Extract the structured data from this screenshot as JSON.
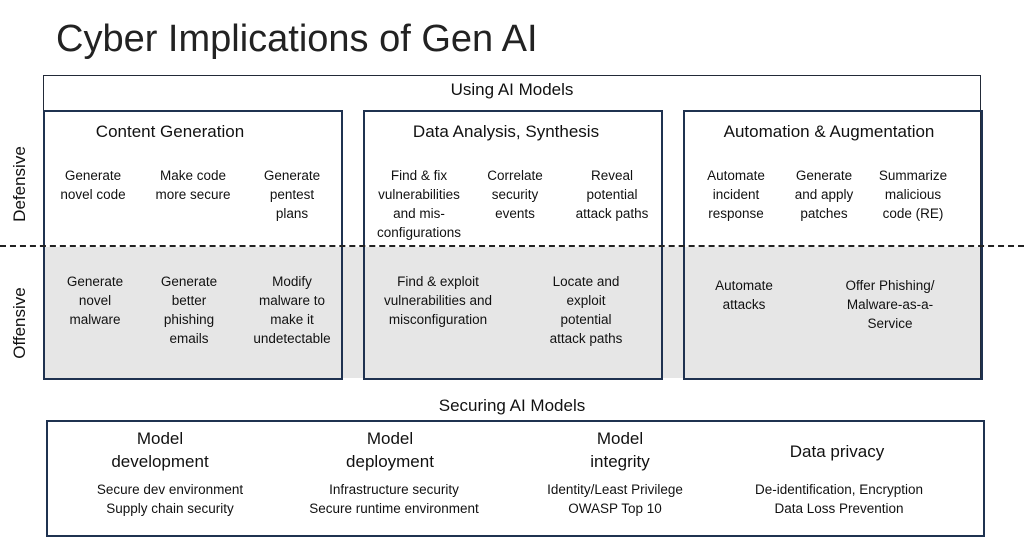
{
  "title": "Cyber Implications of Gen AI",
  "using_header": "Using AI Models",
  "side_labels": {
    "defensive": "Defensive",
    "offensive": "Offensive"
  },
  "columns": [
    {
      "title": "Content Generation",
      "defensive": [
        "Generate\nnovel code",
        "Make code\nmore secure",
        "Generate\npentest\nplans"
      ],
      "offensive": [
        "Generate\nnovel\nmalware",
        "Generate\nbetter\nphishing\nemails",
        "Modify\nmalware to\nmake it\nundetectable"
      ]
    },
    {
      "title": "Data Analysis, Synthesis",
      "defensive": [
        "Find & fix\nvulnerabilities\nand mis-\nconfigurations",
        "Correlate\nsecurity\nevents",
        "Reveal\npotential\nattack paths"
      ],
      "offensive": [
        "Find & exploit\nvulnerabilities and\nmisconfiguration",
        "Locate and\nexploit\npotential\nattack paths"
      ]
    },
    {
      "title": "Automation & Augmentation",
      "defensive": [
        "Automate\nincident\nresponse",
        "Generate\nand apply\npatches",
        "Summarize\nmalicious\ncode (RE)"
      ],
      "offensive": [
        "Automate\nattacks",
        "Offer Phishing/\nMalware-as-a-\nService"
      ]
    }
  ],
  "securing_header": "Securing AI Models",
  "securing": [
    {
      "title": "Model\ndevelopment",
      "sub": "Secure dev environment\nSupply chain security"
    },
    {
      "title": "Model\ndeployment",
      "sub": "Infrastructure security\nSecure runtime environment"
    },
    {
      "title": "Model\nintegrity",
      "sub": "Identity/Least Privilege\nOWASP Top 10"
    },
    {
      "title": "Data privacy",
      "sub": "De-identification, Encryption\nData Loss Prevention"
    }
  ]
}
